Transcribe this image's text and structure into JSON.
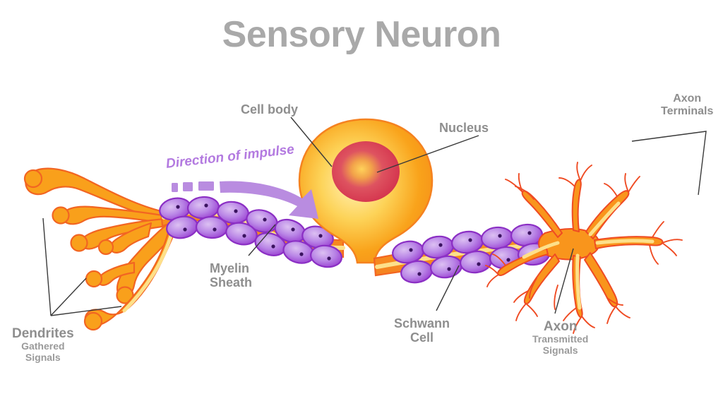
{
  "page": {
    "title": "Sensory Neuron",
    "background_color": "#ffffff",
    "title_color": "#a9a9a9"
  },
  "diagram": {
    "type": "biological-illustration",
    "subject": "sensory neuron",
    "palette": {
      "cell_orange": "#F9A01B",
      "cell_orange_dark": "#F47B20",
      "cell_yellow": "#FCE88A",
      "nucleus_red": "#D83A58",
      "myelin_purple": "#9B3FD0",
      "myelin_purple_light": "#C9A2EA",
      "impulse_purple": "#B37AE0",
      "terminal_red": "#E8412A",
      "leader_line": "#3a3a3a",
      "label_gray": "#8e8e8e"
    },
    "annotations": [
      {
        "id": "cell-body",
        "text": "Cell body",
        "subtext": ""
      },
      {
        "id": "nucleus",
        "text": "Nucleus",
        "subtext": ""
      },
      {
        "id": "axon-terminals",
        "text": "Axon",
        "subtext": "Terminals"
      },
      {
        "id": "myelin-sheath",
        "text": "Myelin",
        "subtext": "Sheath"
      },
      {
        "id": "schwann-cell",
        "text": "Schwann",
        "subtext": "Cell"
      },
      {
        "id": "axon",
        "text": "Axon",
        "subtext_line1": "Transmitted",
        "subtext_line2": "Signals"
      },
      {
        "id": "dendrites",
        "text": "Dendrites",
        "subtext_line1": "Gathered",
        "subtext_line2": "Signals"
      },
      {
        "id": "impulse",
        "text": "Direction of impulse",
        "subtext": ""
      }
    ]
  },
  "labels": {
    "cell_body": "Cell body",
    "nucleus": "Nucleus",
    "axon_terminals_line1": "Axon",
    "axon_terminals_line2": "Terminals",
    "myelin_line1": "Myelin",
    "myelin_line2": "Sheath",
    "schwann_line1": "Schwann",
    "schwann_line2": "Cell",
    "axon": "Axon",
    "axon_sub_line1": "Transmitted",
    "axon_sub_line2": "Signals",
    "dendrites": "Dendrites",
    "dendrites_sub_line1": "Gathered",
    "dendrites_sub_line2": "Signals",
    "impulse": "Direction of impulse"
  }
}
